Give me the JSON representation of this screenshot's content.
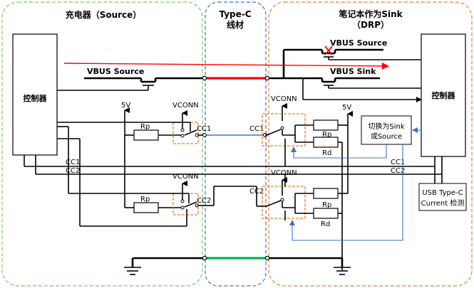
{
  "sections": {
    "charger_title": "充电器（Source）",
    "cable_title_line1": "Type-C",
    "cable_title_line2": "线材",
    "laptop_title_line1": "笔记本作为Sink",
    "laptop_title_line2": "（DRP）"
  },
  "charger": {
    "controller_label": "控制器",
    "vbus_source": "VBUS Source",
    "v5": "5V",
    "vconn_top": "VCONN",
    "vconn_bottom": "VCONN",
    "rp_top": "Rp",
    "rp_bottom": "Rp",
    "cc1_switch": "CC1",
    "cc2_switch": "CC2",
    "cc1_line": "CC1",
    "cc2_line": "CC2"
  },
  "laptop": {
    "controller_label": "控制器",
    "vbus_source": "VBUS Source",
    "vbus_sink": "VBUS Sink",
    "v5": "5V",
    "vconn_top": "VCONN",
    "vconn_bottom": "VCONN",
    "cc1_switch": "CC1",
    "cc2_switch": "CC2",
    "rp_top": "Rp",
    "rd_top": "Rd",
    "rp_bottom": "Rp",
    "rd_bottom": "Rd",
    "switch_box_line1": "切换为Sink",
    "switch_box_line2": "或Source",
    "cc1_line": "CC1",
    "cc2_line": "CC2",
    "detect_line1": "USB Type-C",
    "detect_line2": "Current 检测"
  },
  "colors": {
    "charger_border": "#7ec46a",
    "cable_border": "#4472c4",
    "laptop_border": "#ed7d31",
    "vbus_arrow": "#ff0000",
    "vbus_wire": "#ff0000",
    "gnd_wire": "#00b050",
    "cc_wire": "#4472c4",
    "switch_box": "#ed7d31",
    "feedback": "#4472c4",
    "blocked_cross": "#ff0000"
  }
}
